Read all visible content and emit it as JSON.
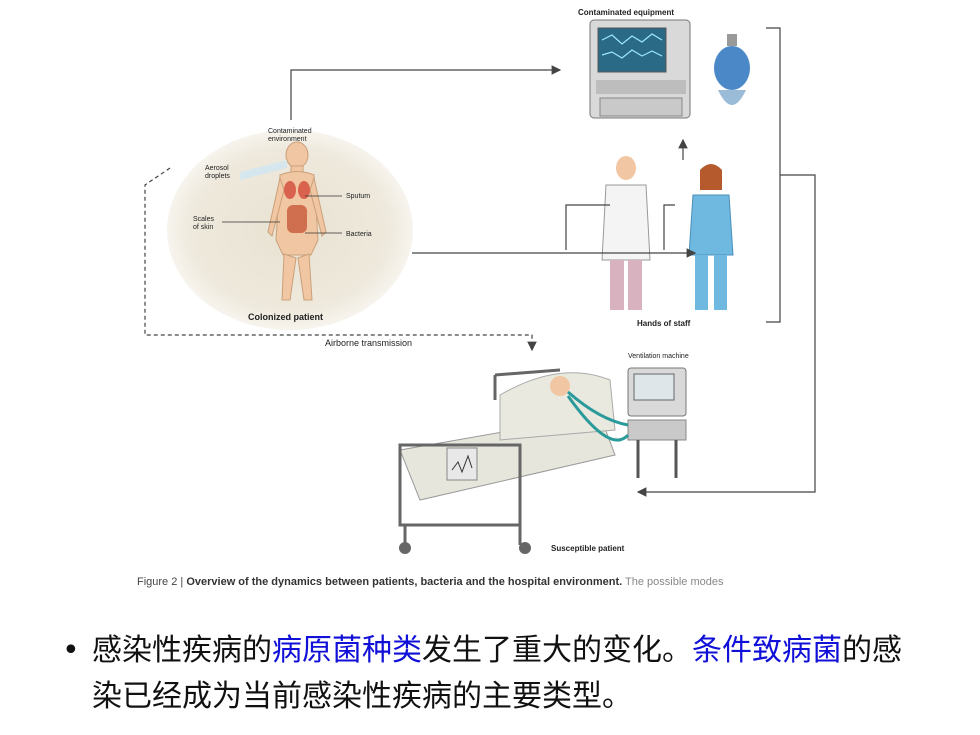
{
  "figure": {
    "labels": {
      "contaminated_equipment": "Contaminated equipment",
      "contaminated_environment_line1": "Contaminated",
      "contaminated_environment_line2": "environment",
      "aerosol_line1": "Aerosol",
      "aerosol_line2": "droplets",
      "scales_line1": "Scales",
      "scales_line2": "of skin",
      "sputum": "Sputum",
      "bacteria": "Bacteria",
      "colonized_patient": "Colonized patient",
      "hands_of_staff": "Hands of staff",
      "airborne_transmission": "Airborne transmission",
      "ventilation_machine": "Ventilation machine",
      "susceptible_patient": "Susceptible patient"
    },
    "caption": {
      "prefix": "Figure 2 | ",
      "bold": "Overview of the dynamics between patients, bacteria and the hospital environment.",
      "rest": " The possible modes"
    }
  },
  "bullet": {
    "symbol": "•",
    "segments": [
      {
        "text": "感染性疾病的",
        "highlight": false
      },
      {
        "text": "病原菌种类",
        "highlight": true
      },
      {
        "text": "发生了重大的变化。",
        "highlight": false
      },
      {
        "text": "条件致病菌",
        "highlight": true
      },
      {
        "text": "的感染已经成为当前感染性疾病的主要类型。",
        "highlight": false
      }
    ],
    "highlight_color": "#1010d8"
  }
}
